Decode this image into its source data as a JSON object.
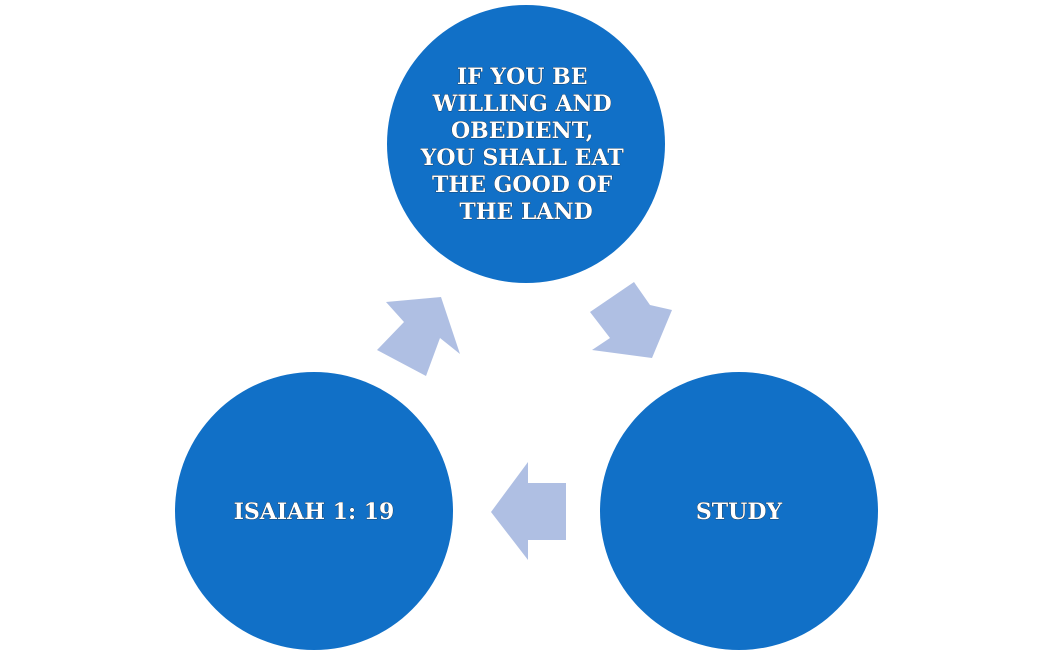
{
  "diagram": {
    "colors": {
      "circle_fill": "#1170C7",
      "arrow_fill": "#AFBFE3",
      "text": "#FFFFFF",
      "background": "#FFFFFF"
    },
    "nodes": [
      {
        "id": "top",
        "lines": [
          "IF YOU BE",
          "WILLING AND",
          "OBEDIENT,",
          "YOU SHALL EAT",
          "THE GOOD OF",
          "THE LAND"
        ]
      },
      {
        "id": "right",
        "lines": [
          "STUDY"
        ]
      },
      {
        "id": "left",
        "lines": [
          "ISAIAH 1: 19"
        ]
      }
    ],
    "edges": [
      {
        "from": "top",
        "to": "right"
      },
      {
        "from": "right",
        "to": "left"
      },
      {
        "from": "left",
        "to": "top"
      }
    ]
  }
}
